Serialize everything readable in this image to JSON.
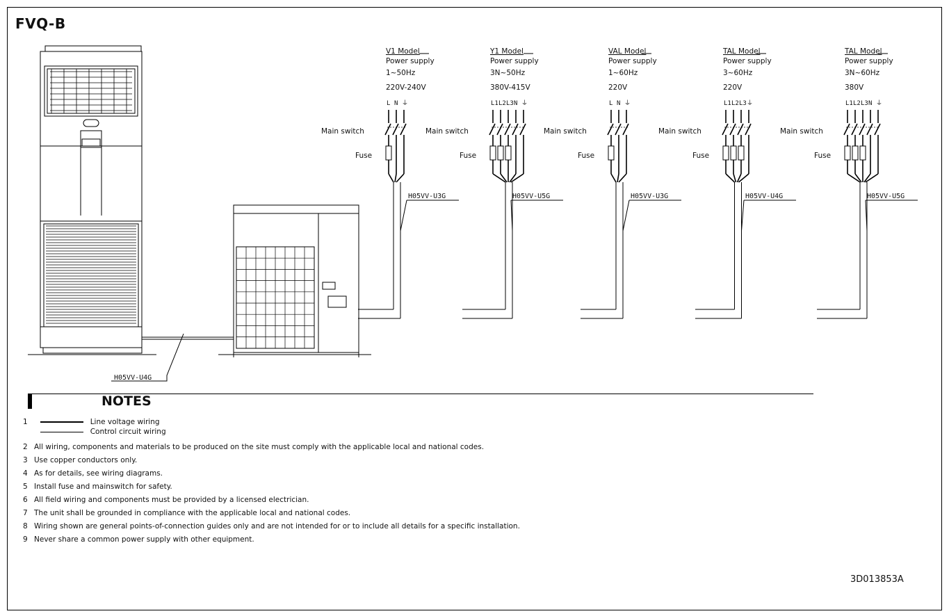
{
  "title": "FVQ-B",
  "models": [
    {
      "name": "V1 Model",
      "power_label": "Power supply",
      "phase": "1~50Hz",
      "voltage": "220V-240V",
      "terminals": [
        "L",
        "N",
        "⏚"
      ],
      "main_switch": "Main switch",
      "fuse": "Fuse",
      "cable": "H05VV-U3G"
    },
    {
      "name": "Y1 Model",
      "power_label": "Power supply",
      "phase": "3N~50Hz",
      "voltage": "380V-415V",
      "terminals": [
        "L1",
        "L2",
        "L3",
        "N",
        "⏚"
      ],
      "main_switch": "Main switch",
      "fuse": "Fuse",
      "cable": "H05VV-U5G"
    },
    {
      "name": "VAL Model",
      "power_label": "Power supply",
      "phase": "1~60Hz",
      "voltage": "220V",
      "terminals": [
        "L",
        "N",
        "⏚"
      ],
      "main_switch": "Main switch",
      "fuse": "Fuse",
      "cable": "H05VV-U3G"
    },
    {
      "name": "TAL Model",
      "power_label": "Power supply",
      "phase": "3~60Hz",
      "voltage": "220V",
      "terminals": [
        "L1",
        "L2",
        "L3",
        "⏚"
      ],
      "main_switch": "Main switch",
      "fuse": "Fuse",
      "cable": "H05VV-U4G"
    },
    {
      "name": "TAL Model",
      "power_label": "Power supply",
      "phase": "3N~60Hz",
      "voltage": "380V",
      "terminals": [
        "L1",
        "L2",
        "L3",
        "N",
        "⏚"
      ],
      "main_switch": "Main switch",
      "fuse": "Fuse",
      "cable": "H05VV-U5G"
    }
  ],
  "interconnect_cable": "H05VV-U4G",
  "notes": {
    "heading": "NOTES",
    "items": [
      {
        "num": "1",
        "line_voltage": "Line voltage wiring",
        "control_circuit": "Control circuit wiring"
      },
      {
        "num": "2",
        "text": "All wiring, components and materials to be produced on the site must comply with the applicable local and national codes."
      },
      {
        "num": "3",
        "text": "Use copper conductors only."
      },
      {
        "num": "4",
        "text": "As for details, see wiring diagrams."
      },
      {
        "num": "5",
        "text": "Install fuse and mainswitch for safety."
      },
      {
        "num": "6",
        "text": "All field wiring and components must be provided by a licensed electrician."
      },
      {
        "num": "7",
        "text": "The unit shall be grounded in compliance with the applicable local and national codes."
      },
      {
        "num": "8",
        "text": "Wiring shown are general points-of-connection guides only and are not intended for or to include all details for a specific installation."
      },
      {
        "num": "9",
        "text": "Never share a common power supply with other equipment."
      }
    ]
  },
  "doc_code": "3D013853A"
}
